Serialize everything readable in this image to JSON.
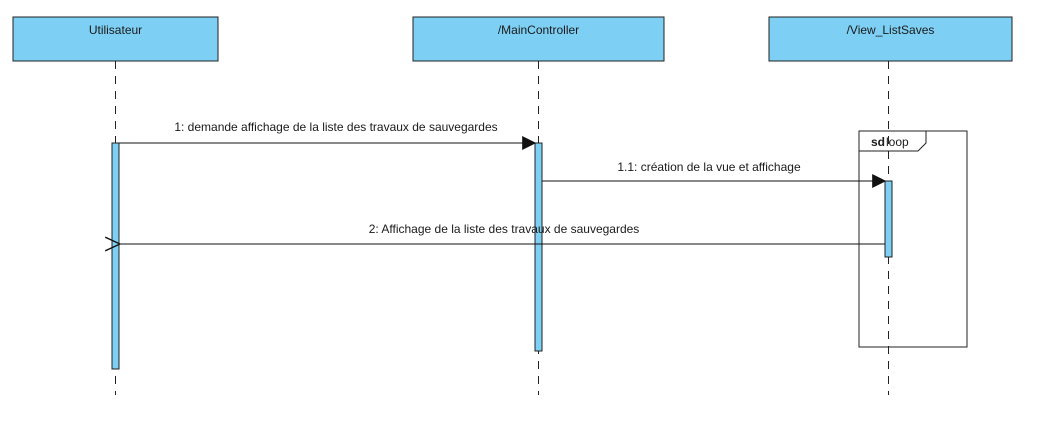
{
  "lifelines": [
    {
      "name": "Utilisateur"
    },
    {
      "name": "/MainController"
    },
    {
      "name": "/View_ListSaves"
    }
  ],
  "messages": [
    {
      "label": "1: demande affichage de la liste des travaux de sauvegardes",
      "type": "sync"
    },
    {
      "label": "1.1: création de la vue et affichage",
      "type": "sync"
    },
    {
      "label": "2: Affichage de la liste des travaux de sauvegardes",
      "type": "return"
    }
  ],
  "fragment": {
    "keyword": "sd",
    "name": "loop"
  },
  "colors": {
    "lifeline_fill": "#7ecff4",
    "line": "#222222",
    "activation_fill": "#7ecff4"
  }
}
